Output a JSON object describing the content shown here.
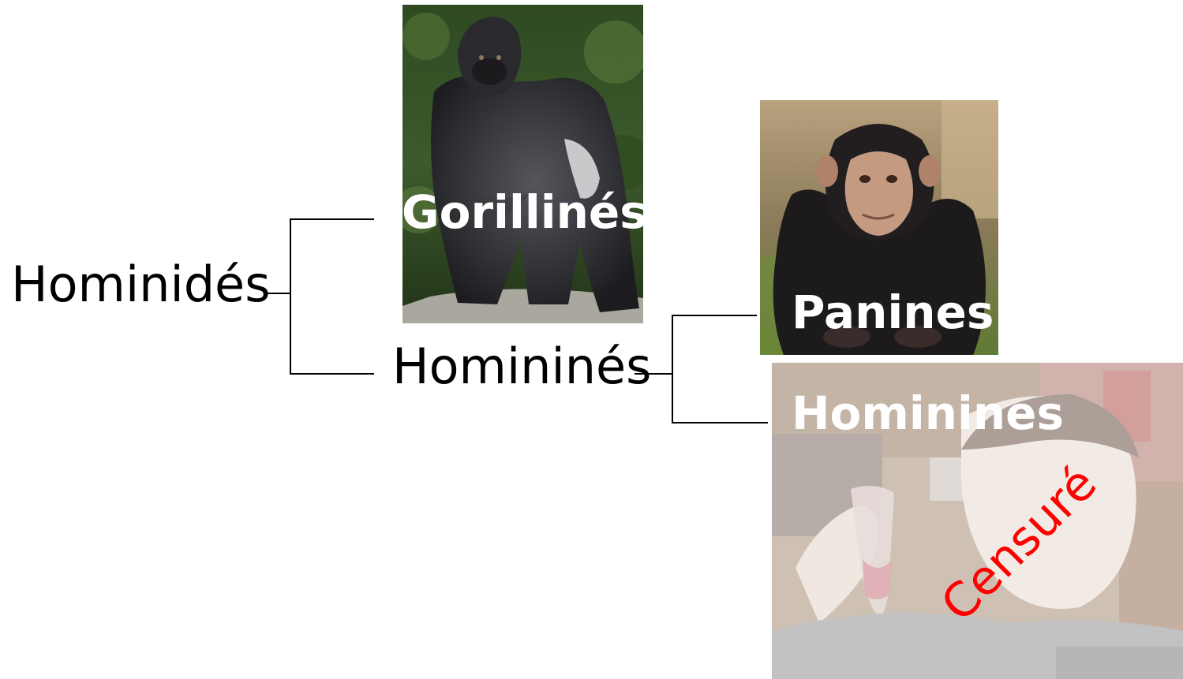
{
  "root": {
    "label": "Hominidés"
  },
  "branch_1": {
    "label": "Gorillinés",
    "icon": "gorilla-photo"
  },
  "branch_2": {
    "label": "Homininés"
  },
  "leaf_1": {
    "label": "Panines",
    "icon": "chimpanzee-photo"
  },
  "leaf_2": {
    "label": "Hominines",
    "icon": "human-photo",
    "stamp": "Censuré"
  },
  "colors": {
    "line": "#000000",
    "caption": "#ffffff",
    "stamp": "#ff0000"
  }
}
